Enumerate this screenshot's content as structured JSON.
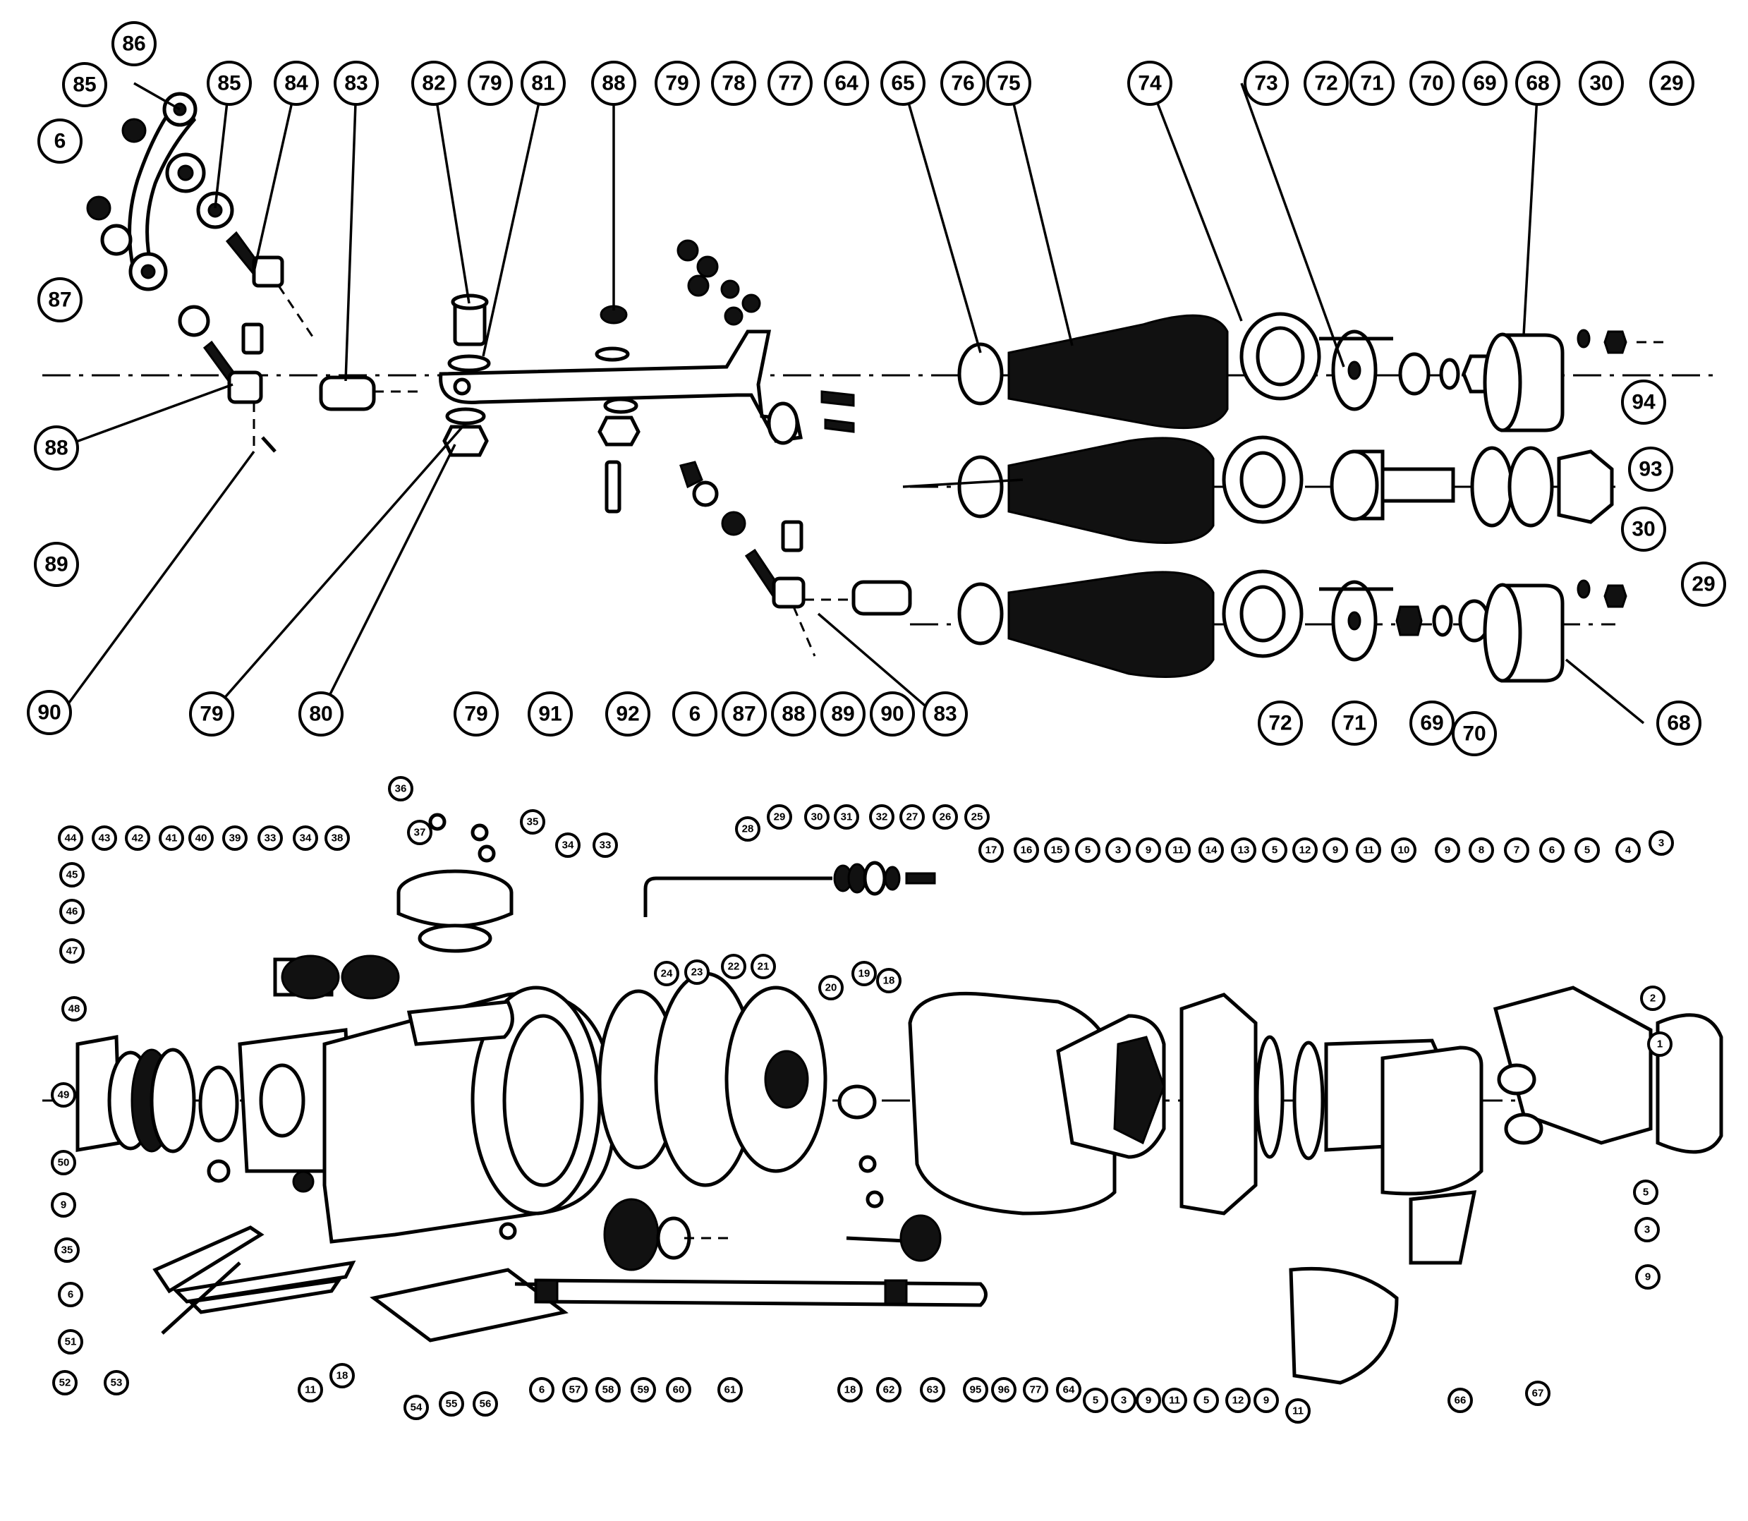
{
  "diagram": {
    "callouts_top": [
      "86",
      "85",
      "85",
      "84",
      "83",
      "82",
      "79",
      "81",
      "88",
      "79",
      "78",
      "77",
      "64",
      "65",
      "76",
      "75",
      "74",
      "73",
      "72",
      "71",
      "70",
      "69",
      "68",
      "30",
      "29",
      "6",
      "87",
      "88",
      "89",
      "90",
      "79",
      "80",
      "79",
      "91",
      "92",
      "6",
      "87",
      "88",
      "89",
      "90",
      "83",
      "94",
      "93",
      "30",
      "29",
      "72",
      "71",
      "69",
      "70",
      "68"
    ],
    "callouts_bottom": [
      "36",
      "35",
      "37",
      "34",
      "33",
      "44",
      "43",
      "42",
      "41",
      "40",
      "39",
      "33",
      "34",
      "38",
      "45",
      "46",
      "47",
      "48",
      "49",
      "50",
      "9",
      "35",
      "6",
      "51",
      "52",
      "53",
      "54",
      "55",
      "56",
      "11",
      "18",
      "6",
      "57",
      "58",
      "59",
      "60",
      "61",
      "28",
      "29",
      "30",
      "31",
      "32",
      "27",
      "26",
      "25",
      "24",
      "23",
      "22",
      "21",
      "20",
      "19",
      "18",
      "18",
      "62",
      "63",
      "95",
      "96",
      "77",
      "64",
      "17",
      "16",
      "15",
      "5",
      "3",
      "9",
      "11",
      "14",
      "13",
      "5",
      "12",
      "9",
      "11",
      "10",
      "9",
      "8",
      "7",
      "6",
      "5",
      "4",
      "3",
      "2",
      "1",
      "5",
      "3",
      "9",
      "5",
      "3",
      "9",
      "11",
      "5",
      "12",
      "9",
      "11",
      "66",
      "67"
    ]
  }
}
